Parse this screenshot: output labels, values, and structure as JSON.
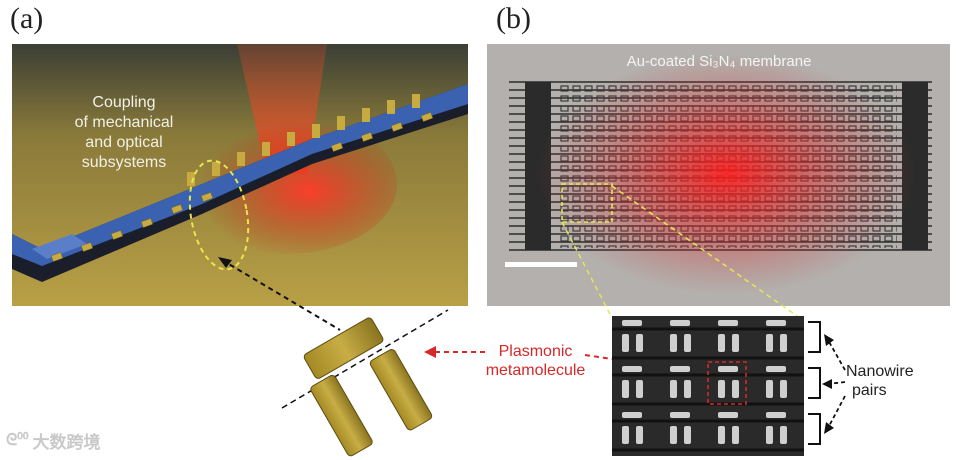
{
  "panel_a": {
    "label": "(a)",
    "text_lines": [
      "Coupling",
      "of mechanical",
      "and optical",
      "subsystems"
    ]
  },
  "panel_b": {
    "label": "(b)",
    "membrane_title": "Au-coated Si₃N₄ membrane"
  },
  "plasmonic": {
    "line1": "Plasmonic",
    "line2": "metamolecule",
    "color": "#d62828"
  },
  "nanowire": {
    "line1": "Nanowire",
    "line2": "pairs"
  },
  "watermark": "大数跨境",
  "colors": {
    "gold": "#b79a2a",
    "red_glow": "#e53935",
    "membrane": "#b3b0ad",
    "dash_yellow": "#e8e650"
  }
}
